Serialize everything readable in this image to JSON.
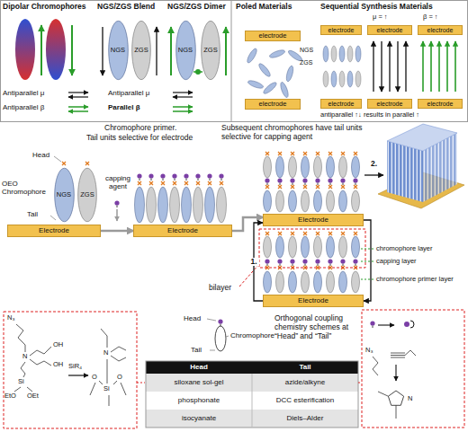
{
  "diagram": {
    "nodes": [
      {
        "text": [
          "NGS"
        ]
      },
      {
        "text": [
          "ZGS"
        ]
      },
      {
        "text": [
          "NGS"
        ]
      },
      {
        "text": [
          "ZGS"
        ]
      },
      {
        "text": [
          "electrode"
        ]
      },
      {
        "text": [
          "electrode"
        ]
      },
      {
        "text": [
          "electrode"
        ]
      },
      {
        "text": [
          "electrode"
        ]
      },
      {
        "text": [
          "electrode"
        ]
      },
      {
        "text": [
          "electrode"
        ]
      },
      {
        "text": [
          "electrode"
        ]
      },
      {
        "text": [
          "electrode"
        ]
      },
      {
        "text": [
          "NGS"
        ]
      },
      {
        "text": [
          "ZGS"
        ]
      },
      {
        "text": [
          "Electrode"
        ]
      },
      {
        "text": [
          "Electrode"
        ]
      },
      {
        "text": [
          "Electrode"
        ]
      },
      {
        "text": [
          "Electrode"
        ]
      }
    ],
    "edges": [
      {
        "from": 14,
        "to": 15,
        "arrow": "to"
      },
      {
        "from": 15,
        "to": 16,
        "arrow": "to"
      },
      {
        "from": 16,
        "to": 17,
        "arrow": "to"
      },
      {
        "from": 17,
        "to": 16,
        "arrow": "to",
        "label": "1."
      }
    ],
    "labels": [
      "Dipolar Chromophores",
      "NGS/ZGS Blend",
      "NGS/ZGS Dimer",
      "Antiparallel μ",
      "Antiparallel β",
      "Antiparallel μ",
      "Parallel β",
      "Poled Materials",
      "Sequential Synthesis Materials",
      "NGS",
      "ZGS",
      "μ = ↑",
      "β = ↑",
      "antiparallel ↑↓ results in parallel ↑",
      "Chromophore primer.",
      "Tail units selective for electrode",
      "Head",
      "OEO Chromophore",
      "Tail",
      "capping agent",
      "Subsequent chromophores have tail units selective for capping agent",
      "2.",
      "bilayer",
      "capping layer",
      "chromophore layer",
      "chromophore primer layer",
      "Head",
      "Chromophore",
      "Tail",
      "Orthogonal coupling chemistry schemes at “Head” and “Tail”",
      "Head",
      "Tail",
      "siloxane sol-gel",
      "azide/alkyne",
      "phosphonate",
      "DCC esterification",
      "isocyanate",
      "Diels–Alder",
      "N₃",
      "OH",
      "OH",
      "N",
      "Si",
      "EtO",
      "OEt",
      "SiR₄",
      "Si",
      "O",
      "O",
      "N",
      "N₃",
      "N"
    ]
  }
}
